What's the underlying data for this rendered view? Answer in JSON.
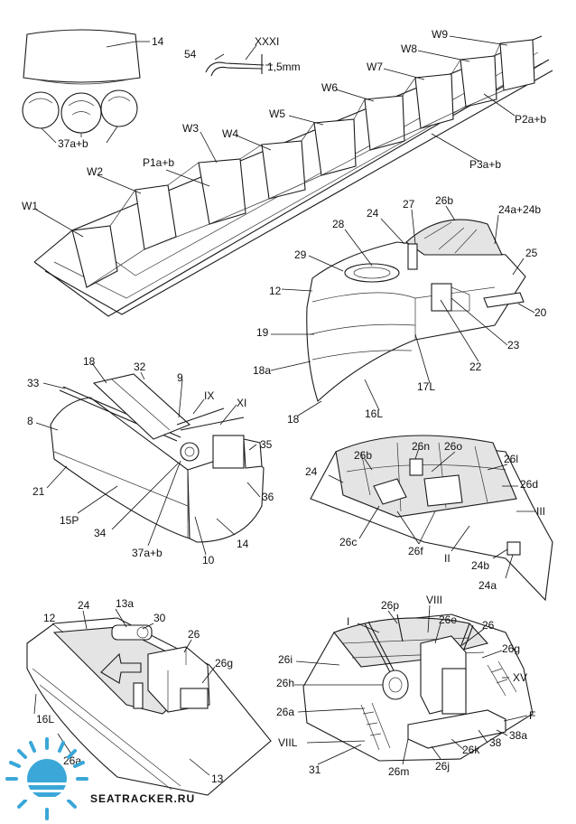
{
  "labels": {
    "fig_small": {
      "l14": "14",
      "l54": "54",
      "l31x": "XXXI",
      "l15mm": "1,5mm",
      "l37ab": "37a+b"
    },
    "frames": {
      "w1": "W1",
      "w2": "W2",
      "w3": "W3",
      "w4": "W4",
      "w5": "W5",
      "w6": "W6",
      "w7": "W7",
      "w8": "W8",
      "w9": "W9",
      "p1": "P1a+b",
      "p2": "P2a+b",
      "p3": "P3a+b"
    },
    "bow": {
      "l24": "24",
      "l27": "27",
      "l26b": "26b",
      "l24ab": "24a+24b",
      "l28": "28",
      "l29": "29",
      "l25": "25",
      "l12": "12",
      "l20": "20",
      "l19": "19",
      "l23": "23",
      "l18a": "18a",
      "l22": "22",
      "l17l": "17L",
      "l16l": "16L",
      "l18": "18"
    },
    "stern": {
      "l18": "18",
      "l32": "32",
      "l9": "9",
      "l33": "33",
      "lix": "IX",
      "lxi": "XI",
      "l8": "8",
      "l35": "35",
      "l21": "21",
      "l36": "36",
      "l15p": "15P",
      "l34": "34",
      "l37ab": "37a+b",
      "l10": "10",
      "l14": "14"
    },
    "deck": {
      "l26b": "26b",
      "l26n": "26n",
      "l26o": "26o",
      "l26l": "26l",
      "l24": "24",
      "l26d": "26d",
      "liii": "III",
      "l26c": "26c",
      "l26f": "26f",
      "lii": "II",
      "l24b": "24b",
      "l24a": "24a"
    },
    "lower_left": {
      "l12": "12",
      "l24": "24",
      "l13a": "13a",
      "l30": "30",
      "l26": "26",
      "l26g": "26g",
      "l16l": "16L",
      "l26a": "26a",
      "l13": "13"
    },
    "lower_right": {
      "l26p": "26p",
      "lviii": "VIII",
      "li": "I",
      "l26e": "26e",
      "l26": "26",
      "l26i": "26i",
      "l26g": "26g",
      "l26h": "26h",
      "lxv": "XV",
      "l26a": "26a",
      "lf": "F",
      "l38a": "38a",
      "lviil": "VIIL",
      "l26k": "26k",
      "l38": "38",
      "l31": "31",
      "l26m": "26m",
      "l26j": "26j"
    }
  },
  "watermark": {
    "text": "SEATRACKER.RU",
    "color": "#3aa7d8",
    "icon": "sun-icon"
  }
}
